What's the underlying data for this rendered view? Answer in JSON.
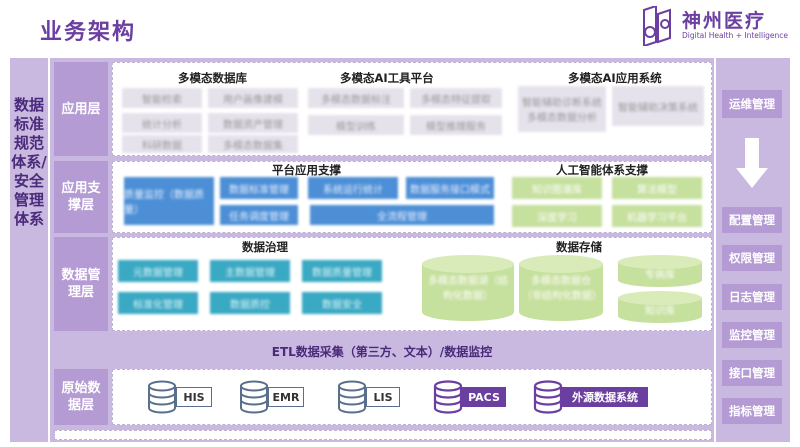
{
  "title": "业务架构",
  "logo": {
    "text": "神州医疗",
    "sub": "Digital Health + Intelligence"
  },
  "left_vertical": "数据标准规范体系/安全管理体系",
  "layers": {
    "app": "应用层",
    "support": "应用支撑层",
    "data_mgmt": "数据管理层",
    "raw": "原始数据层"
  },
  "app_layer": {
    "multimodal_db": "多模态数据库",
    "ai_tools": "多模态AI工具平台",
    "ai_apps": "多模态AI应用系统",
    "db_items": [
      "智能检索",
      "用户画像建模",
      "统计分析",
      "数据资产管理",
      "科研数据",
      "多模态数据集"
    ],
    "tool_items": [
      "多模态数据标注",
      "多模态特征提取",
      "模型训练",
      "模型推理服务"
    ],
    "app_items": [
      "智能辅助诊断系统\n多模态数据分析",
      "智能辅助决策系统"
    ]
  },
  "support_layer": {
    "platform": "平台应用支撑",
    "ai_support": "人工智能体系支撑",
    "blue_items": [
      "质量监控（数据质量）",
      "数据标准管理",
      "系统运行统计",
      "数据服务接口模式",
      "任务调度管理",
      "全流程管理"
    ],
    "green_items": [
      "知识图谱库",
      "算法模型",
      "深度学习",
      "机器学习平台"
    ]
  },
  "data_mgmt_layer": {
    "governance": "数据治理",
    "storage": "数据存储",
    "cyan_items": [
      "元数据管理",
      "主数据管理",
      "数据质量管理",
      "标准化管理",
      "数据质控",
      "数据安全"
    ],
    "storage_items": [
      "多模态数据湖（结构化数据）",
      "多模态数据仓（非结构化数据）",
      "专病库",
      "知识库"
    ]
  },
  "etl": "ETL数据采集（第三方、文本）/数据监控",
  "raw_sources": [
    "HIS",
    "EMR",
    "LIS",
    "PACS",
    "外源数据系统"
  ],
  "ops": {
    "title": "运维管理",
    "items": [
      "配置管理",
      "权限管理",
      "日志管理",
      "监控管理",
      "接口管理",
      "指标管理"
    ]
  },
  "colors": {
    "purple": "#6b3fa0",
    "panel": "#c9b8df",
    "blue": "#4d8fd6",
    "green": "#c6e09e",
    "cyan": "#3aa9c3"
  }
}
